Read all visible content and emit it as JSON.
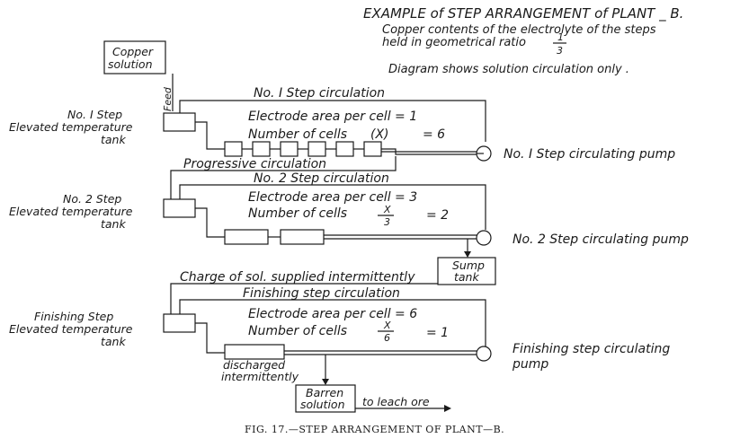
{
  "header": {
    "title": "EXAMPLE of STEP ARRANGEMENT of PLANT _ B.",
    "line2": "Copper contents of the electrolyte of the steps",
    "line3": "held in geometrical ratio",
    "ratio_num": "1",
    "ratio_den": "3",
    "note": "Diagram shows solution circulation only ."
  },
  "copper_solution": {
    "line1": "Copper",
    "line2": "solution"
  },
  "feed_label": "Feed",
  "step1": {
    "tank_line1": "No. I Step",
    "tank_line2": "Elevated temperature",
    "tank_line3": "tank",
    "circulation": "No. I Step circulation",
    "area": "Electrode area per cell = 1",
    "cells": "Number of cells",
    "cells_expr": "(X)",
    "cells_value": "= 6",
    "pump": "No. I Step circulating pump"
  },
  "progressive": "Progressive circulation",
  "step2": {
    "tank_line1": "No. 2 Step",
    "tank_line2": "Elevated temperature",
    "tank_line3": "tank",
    "circulation": "No. 2 Step circulation",
    "area": "Electrode area per cell = 3",
    "cells": "Number of cells",
    "frac_num": "X",
    "frac_den": "3",
    "cells_value": "= 2",
    "pump": "No. 2 Step circulating pump"
  },
  "sump": {
    "line1": "Sump",
    "line2": "tank"
  },
  "charge": "Charge of sol. supplied intermittently",
  "finishing": {
    "tank_line1": "Finishing Step",
    "tank_line2": "Elevated temperature",
    "tank_line3": "tank",
    "circulation": "Finishing step circulation",
    "area": "Electrode area per cell = 6",
    "cells": "Number of cells",
    "frac_num": "X",
    "frac_den": "6",
    "cells_value": "= 1",
    "pump_line1": "Finishing step circulating",
    "pump_line2": "pump"
  },
  "discharged": {
    "line1": "discharged",
    "line2": "intermittently"
  },
  "barren": {
    "line1": "Barren",
    "line2": "solution"
  },
  "leach": "to leach ore",
  "caption": "FIG. 17.—STEP ARRANGEMENT OF PLANT—B."
}
